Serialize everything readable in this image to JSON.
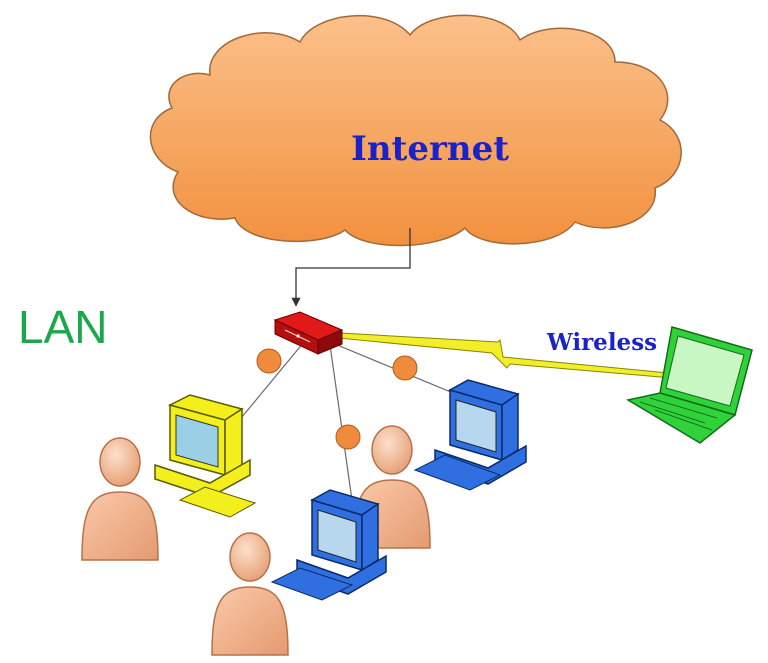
{
  "diagram": {
    "internet_label": "Internet",
    "wireless_label": "Wireless",
    "lan_label": "LAN"
  },
  "colors": {
    "cloud_fill": "#f7a35c",
    "cloud_stroke": "#a06a3a",
    "internet_text": "#1a23c8",
    "wireless_text": "#1a23c8",
    "lan_text": "#1aa84a",
    "router": "#e11919",
    "hub_node": "#f08a3c",
    "wireless_bolt": "#f3ee2a",
    "laptop": "#2fd23a",
    "computer_yellow": "#f3ef1c",
    "computer_blue": "#2f6fe0",
    "person": "#f2b591"
  },
  "nodes": {
    "cloud": "internet-cloud-icon",
    "router": "router-icon",
    "laptop": "laptop-icon",
    "computers": [
      "desktop-computer-yellow-icon",
      "desktop-computer-blue-icon",
      "desktop-computer-blue-icon"
    ],
    "users": [
      "user-icon",
      "user-icon",
      "user-icon"
    ]
  }
}
